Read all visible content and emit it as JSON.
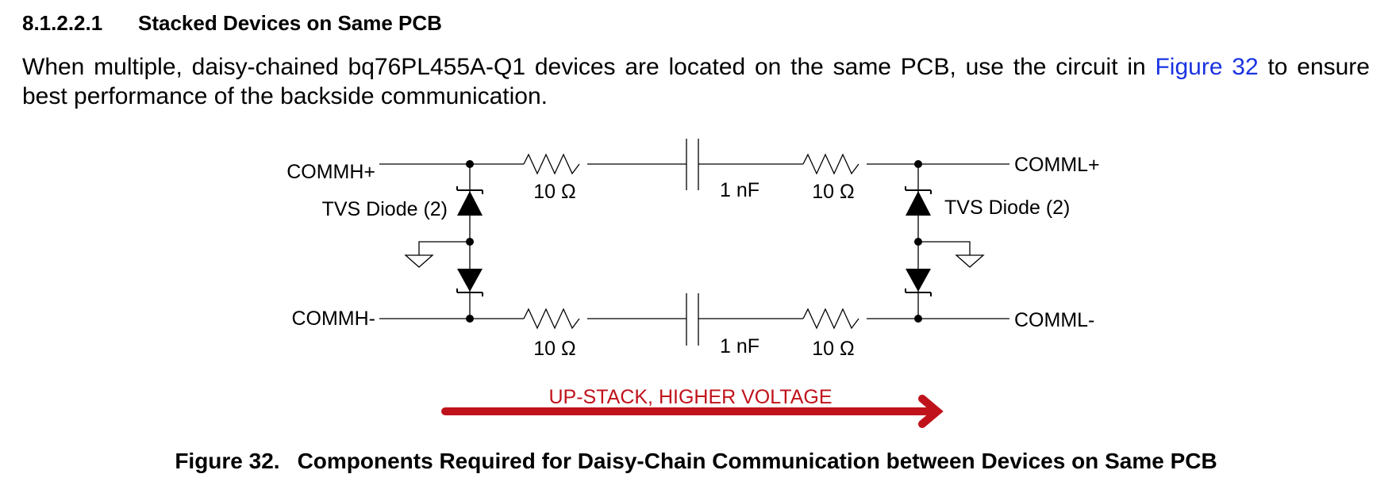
{
  "section": {
    "number": "8.1.2.2.1",
    "title": "Stacked Devices on Same PCB"
  },
  "paragraph": {
    "text_before": "When multiple, daisy-chained bq76PL455A-Q1 devices are located on the same PCB, use the circuit in ",
    "link": "Figure 32",
    "text_after": " to ensure best performance of the backside communication."
  },
  "diagram": {
    "labels": {
      "commh_plus": "COMMH+",
      "commh_minus": "COMMH-",
      "comml_plus": "COMML+",
      "comml_minus": "COMML-",
      "tvs_left": "TVS Diode (2)",
      "tvs_right": "TVS Diode (2)",
      "r_top_left": "10 Ω",
      "r_top_right": "10 Ω",
      "r_bot_left": "10 Ω",
      "r_bot_right": "10 Ω",
      "c_top": "1 nF",
      "c_bot": "1 nF"
    },
    "arrow_label": "UP-STACK, HIGHER VOLTAGE",
    "arrow_color": "#c0121b"
  },
  "caption": {
    "number": "Figure 32.",
    "title": "Components Required for Daisy-Chain Communication between Devices on Same PCB"
  }
}
